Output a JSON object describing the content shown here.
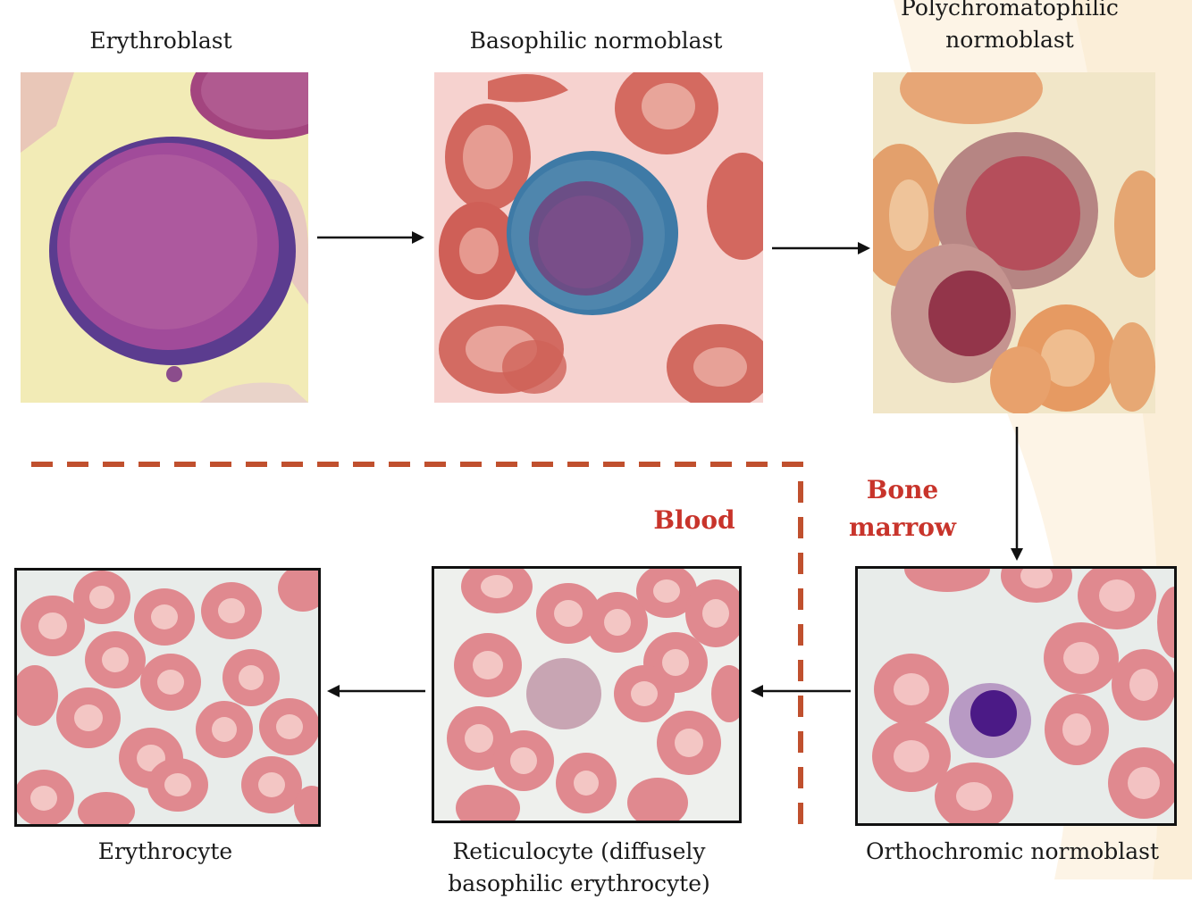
{
  "stages": {
    "erythroblast": "Erythroblast",
    "basophilic": "Basophilic normoblast",
    "polychromatophilic_line1": "Polychromatophilic",
    "polychromatophilic_line2": "normoblast",
    "orthochromic": "Orthochromic normoblast",
    "reticulocyte_line1": "Reticulocyte (diffusely",
    "reticulocyte_line2": "basophilic erythrocyte)",
    "erythrocyte": "Erythrocyte"
  },
  "regions": {
    "bone_marrow_line1": "Bone",
    "bone_marrow_line2": "marrow",
    "blood": "Blood"
  },
  "colors": {
    "region_text": "#c8342b",
    "divider": "#c0502e",
    "arrow": "#111111"
  }
}
